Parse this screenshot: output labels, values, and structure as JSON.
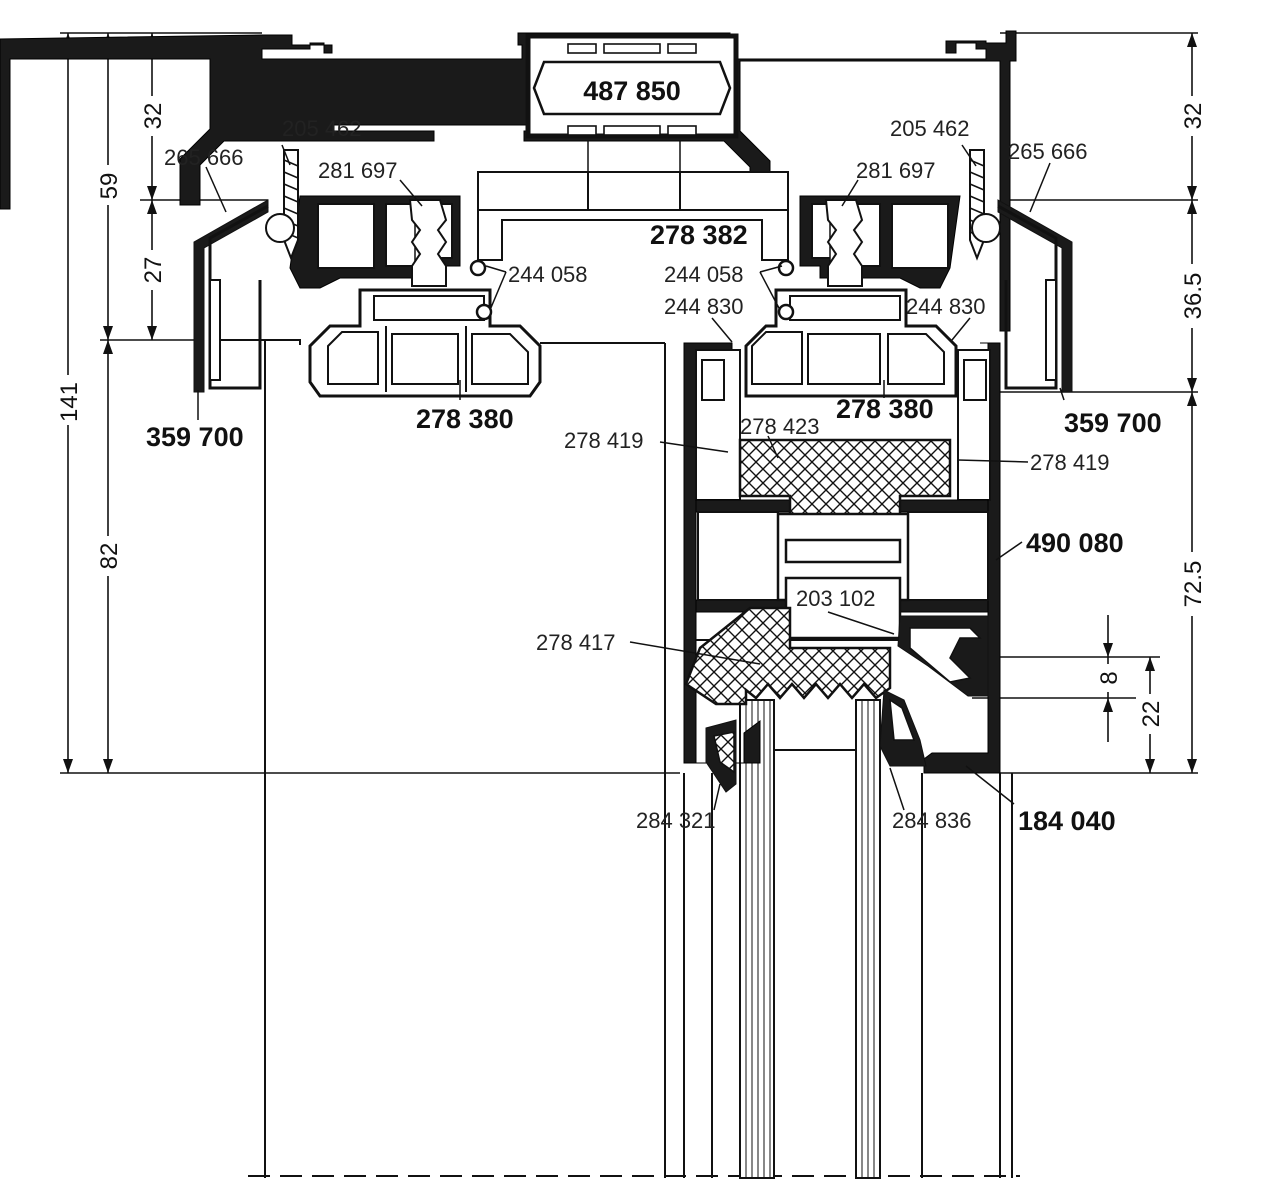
{
  "colors": {
    "ink": "#111111",
    "profile_fill": "#1a1a1a",
    "background": "#ffffff"
  },
  "labels": {
    "p487850": "487 850",
    "p205462_l": "205 462",
    "p205462_r": "205 462",
    "p265666_l": "265 666",
    "p265666_r": "265 666",
    "p281697_l": "281 697",
    "p281697_r": "281 697",
    "p278382": "278 382",
    "p244058_l": "244 058",
    "p244058_r": "244 058",
    "p244830_l": "244 830",
    "p244830_r": "244 830",
    "p278380_l": "278 380",
    "p278380_r": "278 380",
    "p359700_l": "359 700",
    "p359700_r": "359 700",
    "p278419_l": "278 419",
    "p278419_r": "278 419",
    "p278423": "278 423",
    "p490080": "490 080",
    "p203102": "203 102",
    "p278417": "278 417",
    "p284321": "284 321",
    "p284836": "284 836",
    "p184040": "184 040"
  },
  "dimensions": {
    "d141": "141",
    "d59": "59",
    "d82": "82",
    "d32_l": "32",
    "d27": "27",
    "d32_r": "32",
    "d365": "36.5",
    "d725": "72.5",
    "d8": "8",
    "d22": "22"
  }
}
